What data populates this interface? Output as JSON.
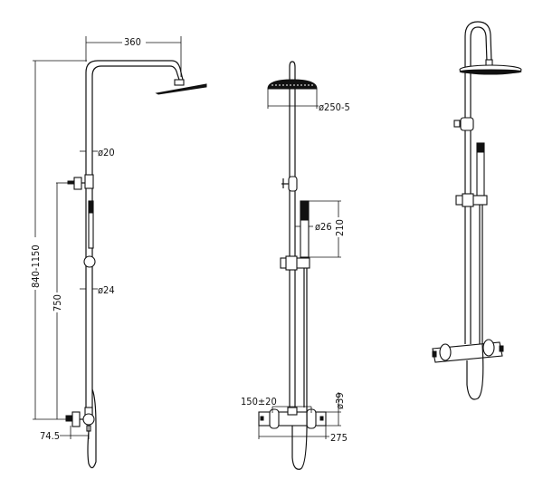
{
  "views": {
    "side": {
      "dims": {
        "reach": "360",
        "height": "840-1150",
        "pipe_top": "ø20",
        "outlet_height": "750",
        "pipe_bottom": "ø24",
        "offset": "74.5"
      }
    },
    "front": {
      "dims": {
        "head_diameter": "ø250-5",
        "handset_diameter": "ø26",
        "handset_length": "210",
        "centres": "150±20",
        "valve_diameter": "ø39",
        "valve_width": "275"
      }
    },
    "perspective": {}
  }
}
